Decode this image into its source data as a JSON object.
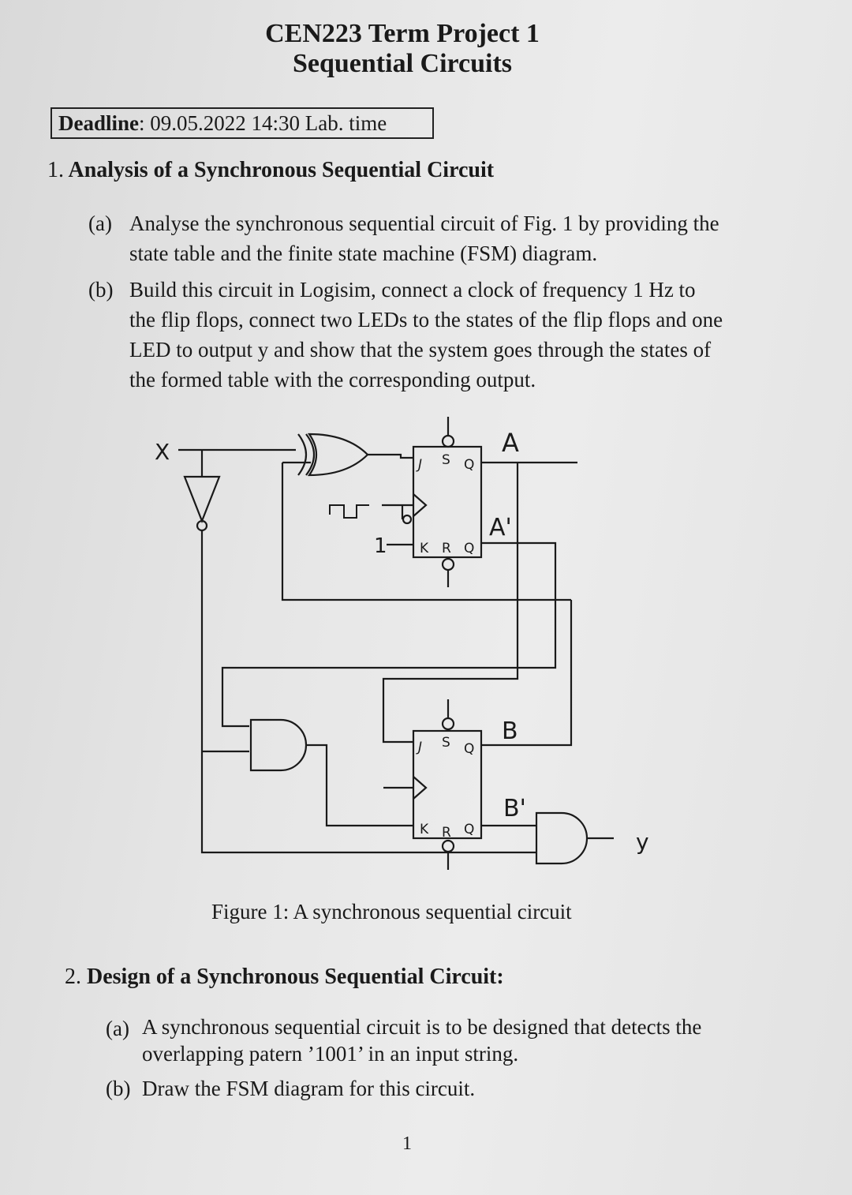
{
  "header": {
    "title_line1": "CEN223 Term Project 1",
    "title_line2": "Sequential Circuits"
  },
  "deadline": {
    "label": "Deadline",
    "value": ": 09.05.2022 14:30 Lab. time"
  },
  "section1": {
    "number": "1.",
    "title": "Analysis of a Synchronous Sequential Circuit",
    "items": [
      {
        "label": "(a)",
        "lines": [
          "Analyse the synchronous sequential circuit of Fig. 1 by providing the",
          "state table and the finite state machine (FSM) diagram."
        ]
      },
      {
        "label": "(b)",
        "lines": [
          "Build this circuit in Logisim, connect a clock of frequency 1 Hz to",
          "the flip flops, connect two LEDs to the states of the flip flops and one",
          "LED to output y and show that the system goes through the states of",
          "the formed table with the corresponding output."
        ]
      }
    ]
  },
  "figure": {
    "input_label": "X",
    "output_label": "y",
    "ff_a": {
      "q_label": "A",
      "qbar_label": "A'",
      "j": "J",
      "k": "K",
      "s": "S",
      "r": "R",
      "q": "Q",
      "qb": "Q"
    },
    "ff_b": {
      "q_label": "B",
      "qbar_label": "B'",
      "j": "J",
      "k": "K",
      "s": "S",
      "r": "R",
      "q": "Q",
      "qb": "Q"
    },
    "constant": "1",
    "caption": "Figure 1: A synchronous sequential circuit"
  },
  "section2": {
    "number": "2.",
    "title": "Design of a Synchronous Sequential Circuit:",
    "items": [
      {
        "label": "(a)",
        "lines": [
          "A synchronous sequential circuit is to be designed that detects the",
          "overlapping patern ’1001’ in an input string."
        ]
      },
      {
        "label": "(b)",
        "lines": [
          "Draw the FSM diagram for this circuit."
        ]
      }
    ]
  },
  "page_number": "1"
}
